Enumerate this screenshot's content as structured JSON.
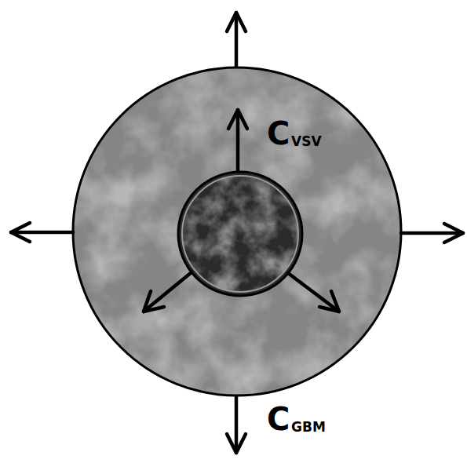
{
  "diagram": {
    "labels": [
      "C",
      "VSV",
      "C",
      "GBM"
    ]
  }
}
